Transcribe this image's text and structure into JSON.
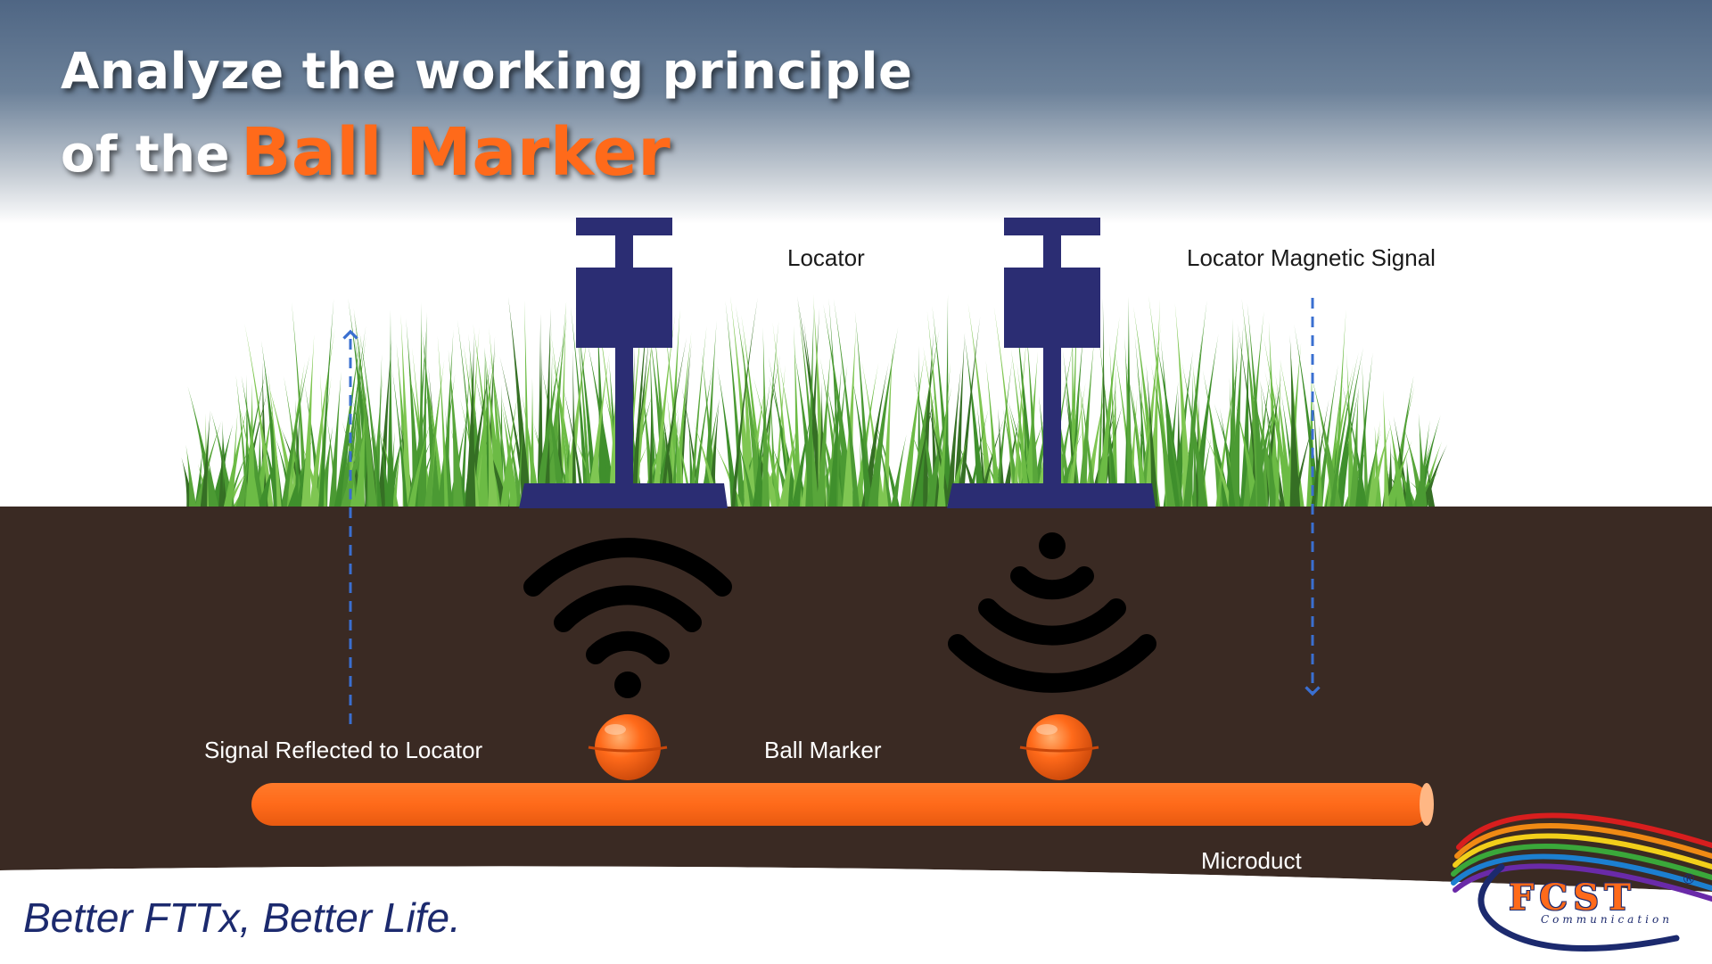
{
  "title": {
    "line1": "Analyze the working principle",
    "line2_prefix": "of the",
    "line2_highlight": "Ball Marker"
  },
  "labels": {
    "locator": "Locator",
    "locator_magnetic_signal": "Locator Magnetic Signal",
    "signal_reflected": "Signal Reflected to Locator",
    "ball_marker": "Ball Marker",
    "microduct": "Microduct"
  },
  "footer": {
    "tagline": "Better FTTx, Better Life."
  },
  "logo": {
    "wordmark": "FCST",
    "subtitle": "Communication",
    "registered_mark": "®"
  },
  "colors": {
    "sky_top": "#536a87",
    "sky_bottom": "#ffffff",
    "soil": "#3a2a23",
    "locator": "#2b2d73",
    "accent_orange": "#ff6a1a",
    "signal_arrow": "#3a6fd0",
    "tagline_blue": "#1c2a6e",
    "grass": "#58a63a"
  },
  "icons": {
    "locator": "locator-device-icon",
    "signal": "wifi-signal-icon",
    "marker": "ball-marker-icon",
    "arrow_up": "dashed-arrow-up-icon",
    "arrow_down": "dashed-arrow-down-icon"
  }
}
